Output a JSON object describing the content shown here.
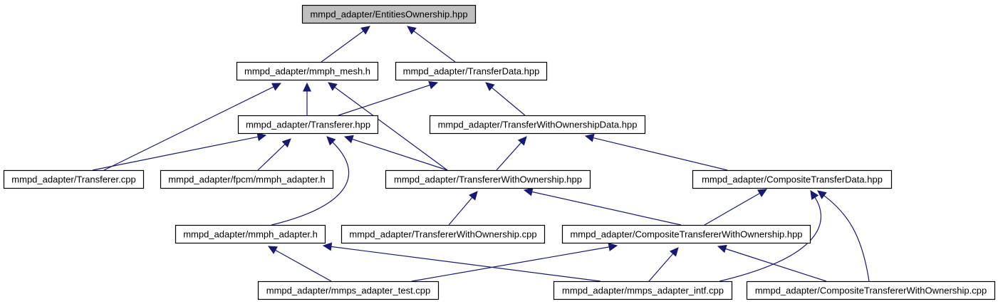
{
  "graph": {
    "edge_color": "#191970",
    "root_fill": "#bfbfbf",
    "nodes": [
      {
        "id": "entities_ownership",
        "label": "mmpd_adapter/EntitiesOwnership.hpp",
        "root": true
      },
      {
        "id": "mmph_mesh",
        "label": "mmpd_adapter/mmph_mesh.h"
      },
      {
        "id": "transfer_data",
        "label": "mmpd_adapter/TransferData.hpp"
      },
      {
        "id": "transferer_hpp",
        "label": "mmpd_adapter/Transferer.hpp"
      },
      {
        "id": "transfer_with_ownership_data",
        "label": "mmpd_adapter/TransferWithOwnershipData.hpp"
      },
      {
        "id": "transferer_cpp",
        "label": "mmpd_adapter/Transferer.cpp"
      },
      {
        "id": "fpcm_mmph_adapter",
        "label": "mmpd_adapter/fpcm/mmph_adapter.h"
      },
      {
        "id": "transferer_with_ownership_hpp",
        "label": "mmpd_adapter/TransfererWithOwnership.hpp"
      },
      {
        "id": "composite_transfer_data",
        "label": "mmpd_adapter/CompositeTransferData.hpp"
      },
      {
        "id": "mmph_adapter",
        "label": "mmpd_adapter/mmph_adapter.h"
      },
      {
        "id": "transferer_with_ownership_cpp",
        "label": "mmpd_adapter/TransfererWithOwnership.cpp"
      },
      {
        "id": "composite_transferer_with_ownership_hpp",
        "label": "mmpd_adapter/CompositeTransfererWithOwnership.hpp"
      },
      {
        "id": "mmps_adapter_test",
        "label": "mmpd_adapter/mmps_adapter_test.cpp"
      },
      {
        "id": "mmps_adapter_intf",
        "label": "mmpd_adapter/mmps_adapter_intf.cpp"
      },
      {
        "id": "composite_transferer_with_ownership_cpp",
        "label": "mmpd_adapter/CompositeTransfererWithOwnership.cpp"
      }
    ],
    "edges": [
      {
        "from": "mmph_mesh",
        "to": "entities_ownership"
      },
      {
        "from": "transfer_data",
        "to": "entities_ownership"
      },
      {
        "from": "transferer_hpp",
        "to": "mmph_mesh"
      },
      {
        "from": "transferer_cpp",
        "to": "mmph_mesh"
      },
      {
        "from": "transferer_with_ownership_hpp",
        "to": "mmph_mesh"
      },
      {
        "from": "transferer_hpp",
        "to": "transfer_data"
      },
      {
        "from": "transfer_with_ownership_data",
        "to": "transfer_data"
      },
      {
        "from": "transferer_cpp",
        "to": "transferer_hpp"
      },
      {
        "from": "fpcm_mmph_adapter",
        "to": "transferer_hpp"
      },
      {
        "from": "transferer_with_ownership_hpp",
        "to": "transferer_hpp"
      },
      {
        "from": "mmph_adapter",
        "to": "transferer_hpp"
      },
      {
        "from": "transferer_with_ownership_hpp",
        "to": "transfer_with_ownership_data"
      },
      {
        "from": "composite_transfer_data",
        "to": "transfer_with_ownership_data"
      },
      {
        "from": "transferer_with_ownership_cpp",
        "to": "transferer_with_ownership_hpp"
      },
      {
        "from": "composite_transferer_with_ownership_hpp",
        "to": "transferer_with_ownership_hpp"
      },
      {
        "from": "composite_transferer_with_ownership_hpp",
        "to": "composite_transfer_data"
      },
      {
        "from": "mmps_adapter_intf",
        "to": "composite_transfer_data"
      },
      {
        "from": "composite_transferer_with_ownership_cpp",
        "to": "composite_transfer_data"
      },
      {
        "from": "mmps_adapter_test",
        "to": "mmph_adapter"
      },
      {
        "from": "mmps_adapter_intf",
        "to": "mmph_adapter"
      },
      {
        "from": "mmps_adapter_test",
        "to": "composite_transferer_with_ownership_hpp"
      },
      {
        "from": "mmps_adapter_intf",
        "to": "composite_transferer_with_ownership_hpp"
      },
      {
        "from": "composite_transferer_with_ownership_cpp",
        "to": "composite_transferer_with_ownership_hpp"
      }
    ]
  }
}
